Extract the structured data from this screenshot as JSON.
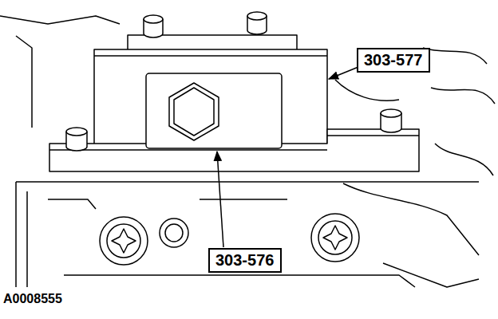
{
  "diagram": {
    "nodes": [
      {
        "text": [
          "303-577"
        ]
      },
      {
        "text": [
          "303-576"
        ]
      }
    ],
    "labels": [
      "A0008555"
    ]
  }
}
